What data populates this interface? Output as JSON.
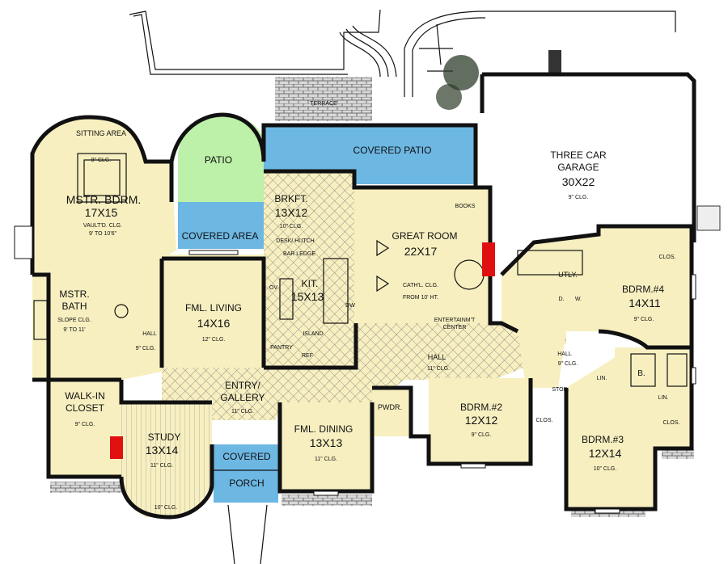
{
  "colors": {
    "cream": "#f7efc0",
    "covered": "#6db7e3",
    "patio": "#bdf0a8",
    "fireplace": "#e01010",
    "walls": "#111111"
  },
  "rooms": {
    "sitting_area": {
      "name": "SITTING AREA",
      "note": "9\" CLG."
    },
    "master_bedroom": {
      "name": "MSTR. BDRM.",
      "size": "17X15",
      "note1": "VAULT'D. CLG.",
      "note2": "9' TO 10'6\""
    },
    "patio": {
      "name": "PATIO"
    },
    "covered_patio": {
      "name": "COVERED PATIO"
    },
    "covered_area": {
      "name": "COVERED AREA"
    },
    "terrace": {
      "name": "TERRACE"
    },
    "garage": {
      "line1": "THREE CAR",
      "line2": "GARAGE",
      "size": "30X22",
      "note": "9\" CLG."
    },
    "breakfast": {
      "name": "BRKFT.",
      "size": "13X12",
      "note": "10\" CLG."
    },
    "kitchen": {
      "name": "KIT.",
      "size": "15X13",
      "desk": "DESK/ HUTCH",
      "bar": "BAR LEDGE",
      "island": "ISLAND",
      "pantry": "PANTRY",
      "ref": "REF",
      "ov": "OV",
      "dw": "DW"
    },
    "great_room": {
      "name": "GREAT ROOM",
      "size": "22X17",
      "note1": "CATH'L. CLG.",
      "note2": "FROM 10' HT.",
      "books": "BOOKS",
      "entertainment1": "ENTERTAINM'T",
      "entertainment2": "CENTER"
    },
    "master_bath": {
      "name": "MSTR.",
      "name2": "BATH",
      "note1": "SLOPE CLG.",
      "note2": "9' TO 11'"
    },
    "hall_left": {
      "name": "HALL",
      "note": "9\" CLG."
    },
    "family_living": {
      "name": "FML. LIVING",
      "size": "14X16",
      "note": "12\" CLG."
    },
    "walk_in_closet": {
      "line1": "WALK-IN",
      "line2": "CLOSET",
      "note": "9\" CLG."
    },
    "entry": {
      "line1": "ENTRY/",
      "line2": "GALLERY",
      "note": "11\" CLG."
    },
    "study": {
      "name": "STUDY",
      "size": "13X14",
      "note": "11\" CLG."
    },
    "covered_porch": {
      "line1": "COVERED",
      "line2": "PORCH"
    },
    "family_dining": {
      "name": "FML. DINING",
      "size": "13X13",
      "note": "11\" CLG."
    },
    "powder": {
      "name": "PWDR."
    },
    "hall_center": {
      "name": "HALL",
      "note": "11\" CLG."
    },
    "bedroom2": {
      "name": "BDRM.#2",
      "size": "12X12",
      "note": "9\" CLG."
    },
    "utility": {
      "name": "UTLY.",
      "d": "D.",
      "w": "W."
    },
    "bedroom4": {
      "name": "BDRM.#4",
      "size": "14X11",
      "note": "9\" CLG.",
      "closet": "CLOS."
    },
    "hall_right": {
      "name": "HALL",
      "note": "9\" CLG."
    },
    "storage": {
      "name": "STOR."
    },
    "bath_right": {
      "name": "B."
    },
    "linen1": {
      "name": "LIN."
    },
    "linen2": {
      "name": "LIN."
    },
    "closet_b2": {
      "name": "CLOS."
    },
    "closet_b3": {
      "name": "CLOS."
    },
    "bedroom3": {
      "name": "BDRM.#3",
      "size": "12X14",
      "note": "10\" CLG."
    },
    "study_bay": {
      "note": "10\" CLG."
    }
  }
}
